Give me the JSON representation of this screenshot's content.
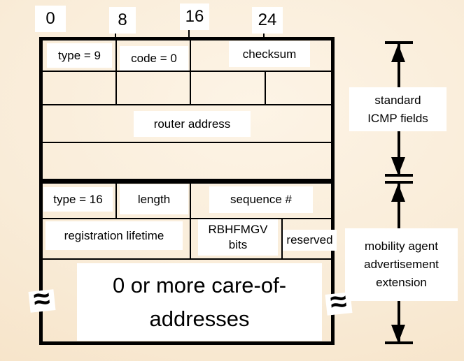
{
  "colors": {
    "background_center": "#fdf4e6",
    "background_edge": "#f5dfc0",
    "line": "#000000",
    "label_background": "#ffffff",
    "text": "#000000"
  },
  "bit_ruler": {
    "labels": [
      "0",
      "8",
      "16",
      "24"
    ]
  },
  "icmp_header": {
    "type": "type = 9",
    "code": "code = 0",
    "checksum": "checksum",
    "router_address": "router address"
  },
  "extension": {
    "type": "type = 16",
    "length": "length",
    "sequence": "sequence #",
    "registration_lifetime": "registration lifetime",
    "flag_bits_line1": "RBHFMGV",
    "flag_bits_line2": "bits",
    "reserved": "reserved",
    "care_of_line1": "0 or more care-of-",
    "care_of_line2": "addresses"
  },
  "annotations": {
    "standard_icmp": {
      "line1": "standard",
      "line2": "ICMP fields"
    },
    "mobility_agent": {
      "line1": "mobility agent",
      "line2": "advertisement",
      "line3": "extension"
    }
  },
  "break_mark": {
    "glyph": "≈"
  }
}
